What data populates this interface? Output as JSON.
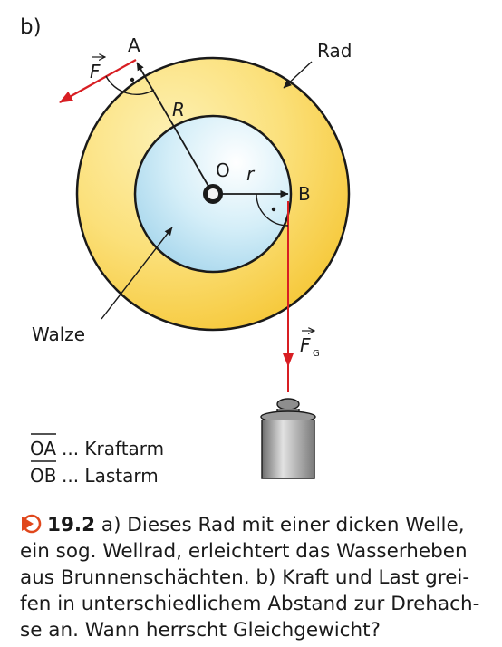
{
  "part_label": "b)",
  "labels": {
    "A": "A",
    "B": "B",
    "O": "O",
    "R": "R",
    "r": "r",
    "F": "F",
    "FG_main": "F",
    "FG_sub": "G",
    "rad": "Rad",
    "walze": "Walze"
  },
  "legend": [
    {
      "segment": "OA",
      "text": "... Kraftarm"
    },
    {
      "segment": "OB",
      "text": "... Lastarm"
    }
  ],
  "caption": {
    "number": "19.2",
    "lines": [
      "a) Dieses Rad mit einer dicken Welle,",
      "ein sog. Wellrad, erleichtert das Wasserheben",
      "aus Brunnenschächten. b) Kraft und Last grei-",
      "fen in unterschiedlichem Abstand zur Drehach-",
      "se an. Wann herrscht Gleichgewicht?"
    ]
  },
  "icons": {
    "caption_marker": "play-arrow-icon",
    "weight": "weight-icon"
  },
  "colors": {
    "wheel_fill": "#fad96a",
    "drum_fill": "#bfe3f3",
    "force_arrow": "#d81e23",
    "arm_arrow": "#1a1a1a",
    "caption_accent": "#e0471c"
  }
}
